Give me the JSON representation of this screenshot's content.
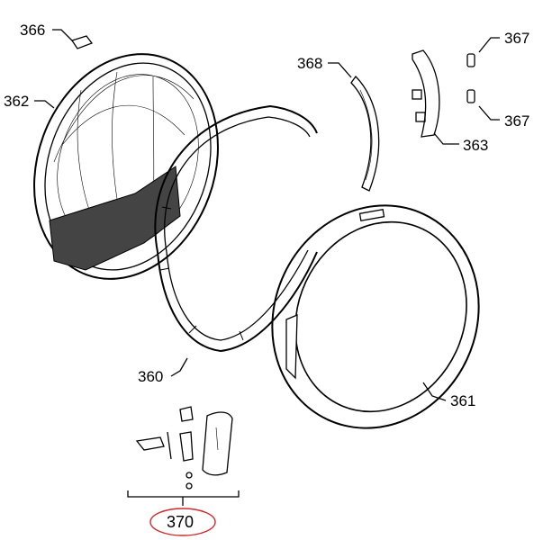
{
  "diagram": {
    "callouts": [
      {
        "id": "366",
        "text": "366"
      },
      {
        "id": "362",
        "text": "362"
      },
      {
        "id": "368",
        "text": "368"
      },
      {
        "id": "367a",
        "text": "367"
      },
      {
        "id": "367b",
        "text": "367"
      },
      {
        "id": "363",
        "text": "363"
      },
      {
        "id": "360",
        "text": "360"
      },
      {
        "id": "361",
        "text": "361"
      },
      {
        "id": "370",
        "text": "370"
      }
    ],
    "highlight_color": "#d0292b",
    "line_color": "#000000"
  }
}
